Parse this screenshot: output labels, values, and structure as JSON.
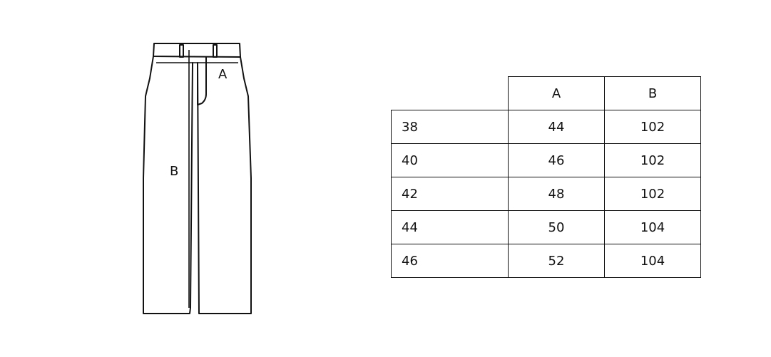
{
  "diagram": {
    "measure_a_label": "A",
    "measure_b_label": "B"
  },
  "size_table": {
    "header": [
      "",
      "A",
      "B"
    ],
    "rows": [
      {
        "size": "38",
        "a": "44",
        "b": "102"
      },
      {
        "size": "40",
        "a": "46",
        "b": "102"
      },
      {
        "size": "42",
        "a": "48",
        "b": "102"
      },
      {
        "size": "44",
        "a": "50",
        "b": "104"
      },
      {
        "size": "46",
        "a": "52",
        "b": "104"
      }
    ]
  },
  "colors": {
    "line": "#111111",
    "background": "#ffffff"
  }
}
